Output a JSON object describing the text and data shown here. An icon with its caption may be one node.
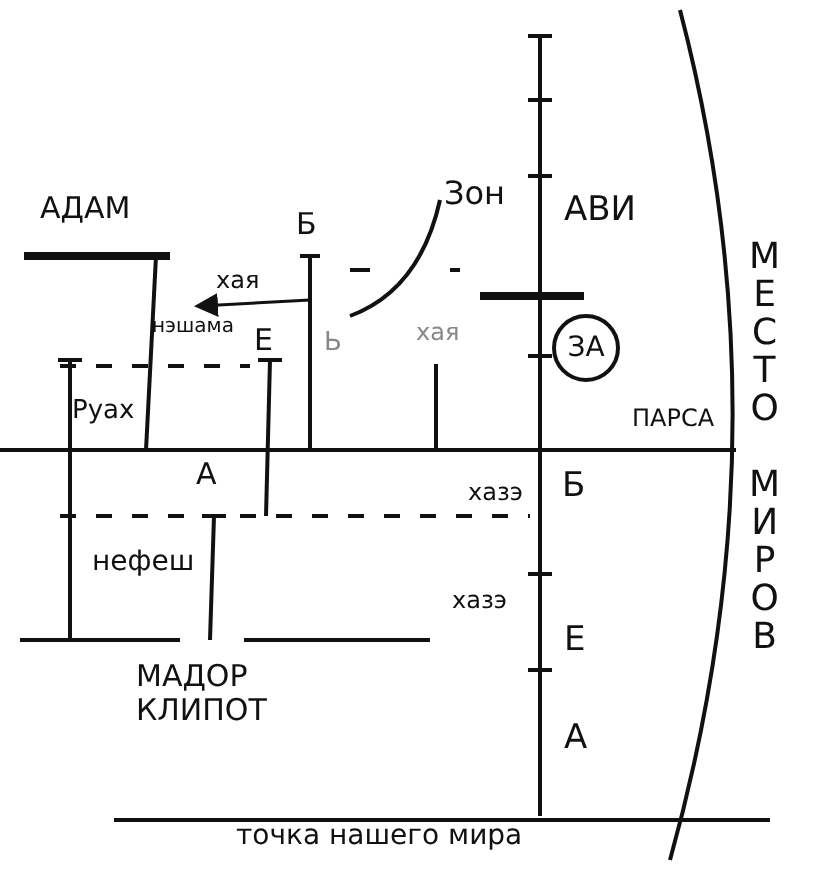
{
  "diagram": {
    "nodes": [
      {
        "text": [
          "ЗА"
        ]
      }
    ],
    "labels": [
      "АДАМ",
      "Б",
      "Зон",
      "АВИ",
      "хая",
      "нэшама",
      "Е",
      "Ь",
      "хая",
      "Руах",
      "ПАРСА",
      "А",
      "хазэ",
      "нефеш",
      "Б",
      "хазэ",
      "Е",
      "МАДОР КЛИПОТ",
      "А",
      "точка нашего мира",
      "МЕСТО МИРОВ"
    ]
  }
}
